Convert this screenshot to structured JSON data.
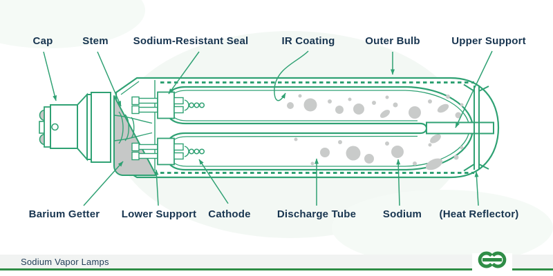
{
  "labels": {
    "top": [
      {
        "text": "Cap"
      },
      {
        "text": "Stem"
      },
      {
        "text": "Sodium-Resistant Seal"
      },
      {
        "text": "IR Coating"
      },
      {
        "text": "Outer Bulb"
      },
      {
        "text": "Upper Support"
      }
    ],
    "bottom": [
      {
        "text": "Barium Getter"
      },
      {
        "text": "Lower Support"
      },
      {
        "text": "Cathode"
      },
      {
        "text": "Discharge Tube"
      },
      {
        "text": "Sodium"
      },
      {
        "text": "(Heat Reflector)"
      }
    ]
  },
  "footer": {
    "caption": "Sodium Vapor Lamps",
    "logo": "geeksforgeeks-logo"
  },
  "colors": {
    "diagram_green": "#2fa173",
    "brand_green": "#2f8d46",
    "label_navy": "#17344f",
    "getter_gray": "#c6c8c7",
    "sodium_gray": "#c9cbca",
    "footer_strip": "#f1f3f2",
    "background_tint": "#f3f8f4"
  }
}
